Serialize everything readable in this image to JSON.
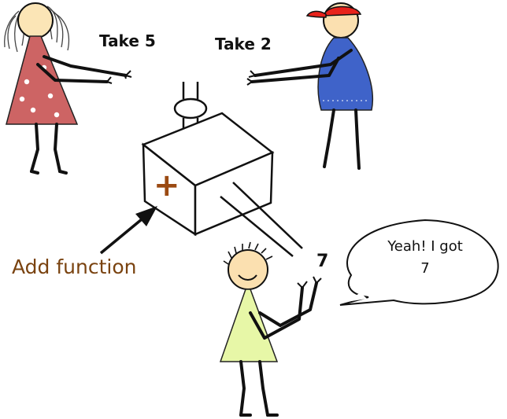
{
  "labels": {
    "take_left": "Take 5",
    "take_right": "Take 2",
    "function_caption": "Add function",
    "result_number": "7",
    "speech_line1": "Yeah! I got",
    "speech_line2": "7",
    "operator_symbol": "+"
  },
  "colors": {
    "girl_dress": "#cd6464",
    "boy_shirt": "#3f63c9",
    "cap": "#e8231c",
    "kid_shirt": "#e7f7a7",
    "face": "#fbe0b0",
    "operator": "#9b4a12",
    "caption": "#7a4310"
  }
}
